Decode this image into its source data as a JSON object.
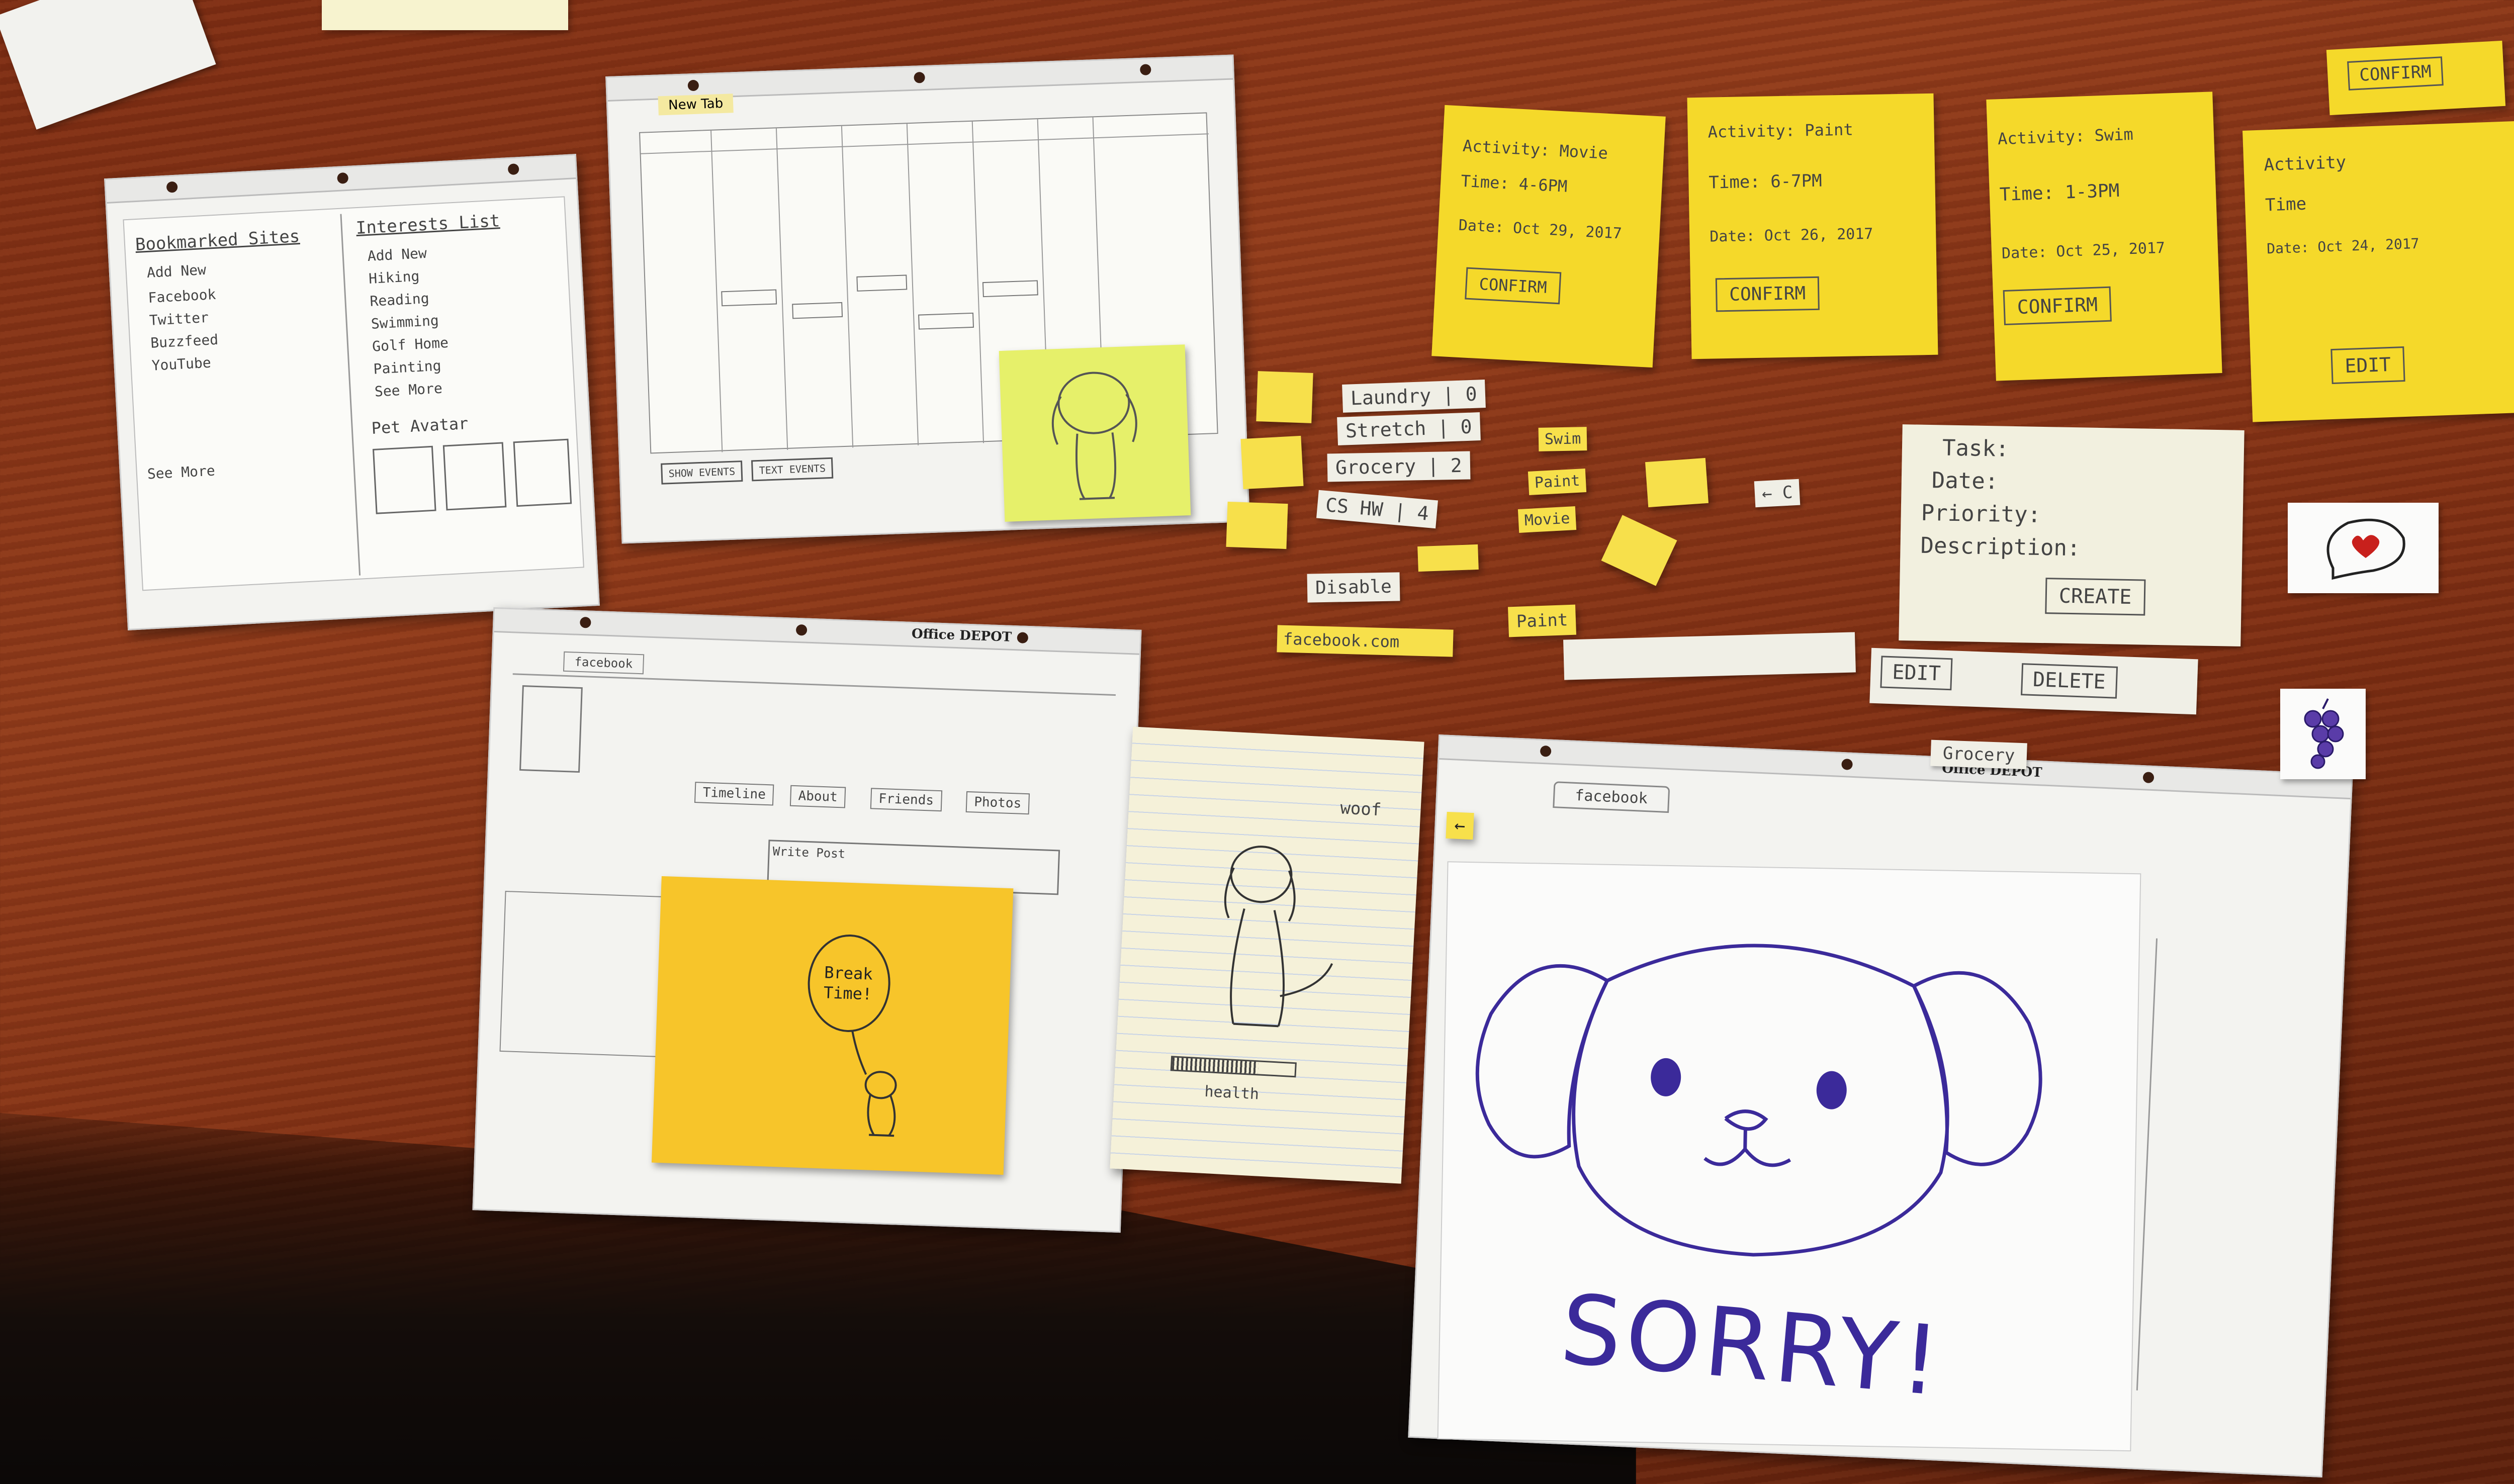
{
  "colors": {
    "table": "#7d2e13",
    "sticky": "#f5d92a",
    "ink_purple": "#3b2a9a",
    "ink_pencil": "#444444"
  },
  "sheet_interests": {
    "left_header": "Bookmarked Sites",
    "left_items": [
      "Add New",
      "Facebook",
      "Twitter",
      "Buzzfeed",
      "YouTube"
    ],
    "right_header": "Interests List",
    "right_items": [
      "Add New",
      "Hiking",
      "Reading",
      "Swimming",
      "Golf Home",
      "Painting",
      "See More"
    ],
    "footer_left": "See More",
    "pet_label": "Pet Avatar"
  },
  "sheet_calendar": {
    "tab_label": "New Tab",
    "footer_btn_1": "SHOW EVENTS",
    "footer_btn_2": "TEXT EVENTS"
  },
  "sheet_facebook1": {
    "brand": "Office DEPOT",
    "url": "facebook",
    "tabs": [
      "Timeline",
      "About",
      "Friends",
      "Photos"
    ],
    "post_placeholder": "Write Post",
    "sticky_text": "Break Time!"
  },
  "lined_note": {
    "bark": "woof",
    "label": "health"
  },
  "sheet_facebook2": {
    "brand": "Office DEPOT",
    "url": "facebook",
    "back": "←",
    "sorry": "SORRY!"
  },
  "activity_cards": [
    {
      "activity": "Activity: Movie",
      "time": "Time: 4-6PM",
      "date": "Date: Oct 29, 2017",
      "button": "CONFIRM"
    },
    {
      "activity": "Activity: Paint",
      "time": "Time: 6-7PM",
      "date": "Date: Oct 26, 2017",
      "button": "CONFIRM"
    },
    {
      "activity": "Activity: Swim",
      "time": "Time: 1-3PM",
      "date": "Date: Oct 25, 2017",
      "button": "CONFIRM"
    },
    {
      "activity": "Activity",
      "time": "Time",
      "date": "Date: Oct 24, 2017",
      "button": "EDIT"
    }
  ],
  "confirm_top": "CONFIRM",
  "chips": {
    "laundry": "Laundry | 0",
    "stretch": "Stretch | 0",
    "grocery": "Grocery | 2",
    "cshw": "CS HW | 4",
    "disable": "Disable",
    "facebook": "facebook.com",
    "swim": "Swim",
    "paint1": "Paint",
    "movie": "Movie",
    "paint2": "Paint",
    "back": "← C",
    "grocery2": "Grocery"
  },
  "task_form": {
    "task": "Task:",
    "date": "Date:",
    "priority": "Priority:",
    "description": "Description:",
    "create": "CREATE",
    "edit": "EDIT",
    "delete": "DELETE"
  }
}
